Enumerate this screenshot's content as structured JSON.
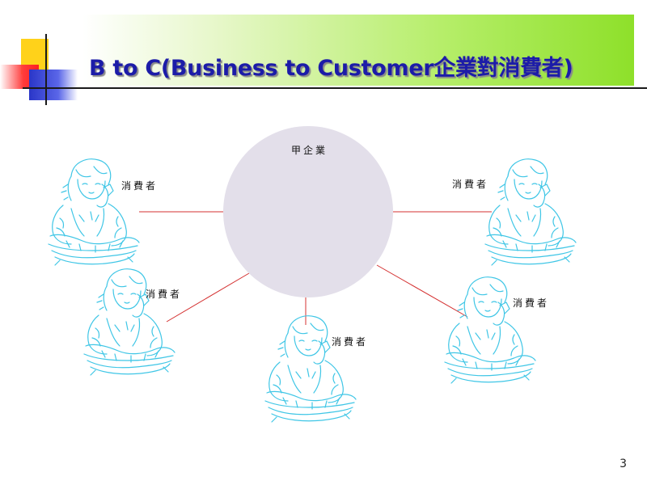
{
  "title": "B to C(Business to Customer企業對消費者)",
  "center_label": "甲企業",
  "consumers": [
    {
      "id": "top-left",
      "label": "消費者"
    },
    {
      "id": "top-right",
      "label": "消費者"
    },
    {
      "id": "mid-left",
      "label": "消費者"
    },
    {
      "id": "bottom-center",
      "label": "消費者"
    },
    {
      "id": "mid-right",
      "label": "消費者"
    }
  ],
  "page_number": "3",
  "colors": {
    "title": "#1c1ca8",
    "circle_fill": "#e3dfea",
    "connector": "#d43030",
    "figure": "#3fc6e6"
  }
}
